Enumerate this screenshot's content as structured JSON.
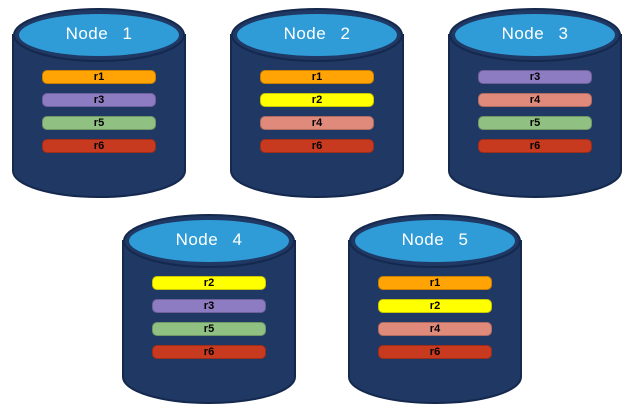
{
  "diagram": {
    "description_type": "database-cylinder-diagram",
    "nodes": [
      {
        "name": "Node 1",
        "replicas": [
          "r1",
          "r3",
          "r5",
          "r6"
        ]
      },
      {
        "name": "Node 2",
        "replicas": [
          "r1",
          "r2",
          "r4",
          "r6"
        ]
      },
      {
        "name": "Node 3",
        "replicas": [
          "r3",
          "r4",
          "r5",
          "r6"
        ]
      },
      {
        "name": "Node 4",
        "replicas": [
          "r2",
          "r3",
          "r5",
          "r6"
        ]
      },
      {
        "name": "Node 5",
        "replicas": [
          "r1",
          "r2",
          "r4",
          "r6"
        ]
      }
    ]
  },
  "colors": {
    "background": "#FFFFFF",
    "cylinder_body": "#1F3864",
    "cylinder_outline": "#15294E",
    "cylinder_top": "#2F9CD8",
    "node_title_text": "#FFFFFF",
    "bar_text": "#000000",
    "replicas": {
      "r1": "#FFA404",
      "r2": "#FFFF00",
      "r3": "#8E7CC3",
      "r4": "#E08A7B",
      "r5": "#90C183",
      "r6": "#C83A20"
    }
  }
}
